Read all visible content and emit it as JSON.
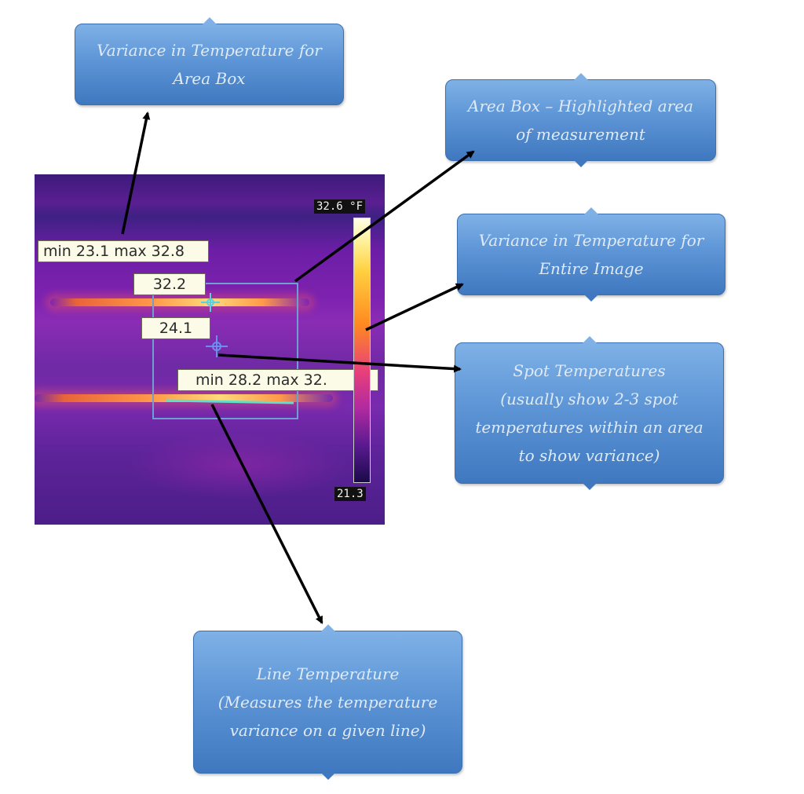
{
  "callouts": {
    "area_variance": {
      "lines": [
        "Variance in Temperature for",
        "Area Box"
      ]
    },
    "area_box": {
      "lines": [
        "Area Box – Highlighted area",
        "of measurement"
      ]
    },
    "image_variance": {
      "lines": [
        "Variance in Temperature for",
        "Entire Image"
      ]
    },
    "spot": {
      "lines": [
        "Spot Temperatures",
        "(usually show 2-3 spot",
        "temperatures within an area",
        "to show variance)"
      ]
    },
    "line": {
      "lines": [
        "Line Temperature",
        "(Measures the temperature",
        "variance on a given line)"
      ]
    }
  },
  "thermal": {
    "area_minmax": "min 23.1 max 32.8",
    "line_minmax": "min 28.2 max 32.",
    "spot_high": "32.2",
    "spot_low": "24.1",
    "scale_max": "32.6 °F",
    "scale_min": "21.3"
  }
}
